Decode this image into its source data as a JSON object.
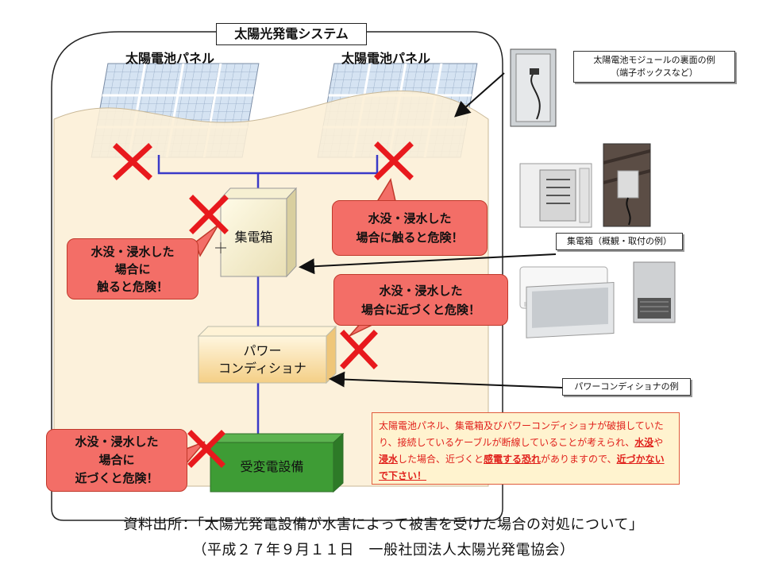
{
  "system": {
    "title": "太陽光発電システム"
  },
  "panels": {
    "left_label": "太陽電池パネル",
    "right_label": "太陽電池パネル"
  },
  "equipment": {
    "junction_box": "集電箱",
    "power_conditioner_line1": "パワー",
    "power_conditioner_line2": "コンディショナ",
    "substation": "受変電設備"
  },
  "callouts": {
    "right_panel": [
      "水没・浸水した",
      "場合に触ると危険！"
    ],
    "junction_box": [
      "水没・浸水した",
      "場合に",
      "触ると危険！"
    ],
    "power_conditioner": [
      "水没・浸水した",
      "場合に近づくと危険！"
    ],
    "substation": [
      "水没・浸水した",
      "場合に",
      "近づくと危険！"
    ]
  },
  "captions": {
    "module_back_line1": "太陽電池モジュールの裏面の例",
    "module_back_line2": "（端子ボックスなど）",
    "junction_box_example": "集電箱（概観・取付の例）",
    "power_conditioner_example": "パワーコンディショナの例"
  },
  "warning_note": {
    "text1": "太陽電池パネル、集電箱及びパワーコンディショナが破損していたり、接続しているケーブルが断線していることが考えられ、",
    "em1": "水没",
    "text2": "や",
    "em2": "浸水",
    "text3": "した場合、近づくと",
    "em3": "感電する恐れ",
    "text4": "がありますので、",
    "em4": "近づかないで下さい！"
  },
  "source": {
    "line1": "資料出所：「太陽光発電設備が水害によって被害を受けた場合の対処について」",
    "line2": "（平成２７年９月１１日　一般社団法人太陽光発電協会）"
  },
  "colors": {
    "flood_fill": "#fcefd6",
    "wire": "#3a3ac8",
    "danger_x": "#e8191d",
    "callout": "#f36e67",
    "substation_green": "#3e9c35",
    "panel_blue": "#c9dcef"
  },
  "icons": [
    "danger-x-icon",
    "arrow-icon",
    "cursor-crosshair-icon"
  ]
}
